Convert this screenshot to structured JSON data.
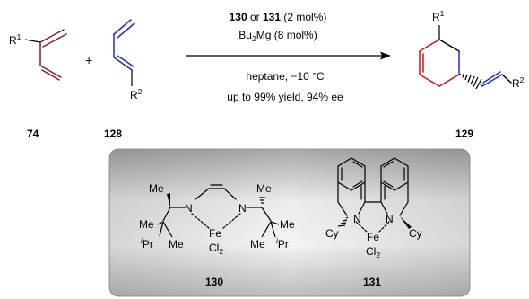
{
  "scheme": {
    "reactant1": {
      "label": "74",
      "substituent": "R",
      "substituent_sup": "1"
    },
    "plus": "+",
    "reactant2": {
      "label": "128",
      "substituent": "R",
      "substituent_sup": "2"
    },
    "product": {
      "label": "129",
      "r1": "R",
      "r1_sup": "1",
      "r2": "R",
      "r2_sup": "2"
    },
    "conditions": {
      "catalyst_a": "130",
      "catalyst_or": " or ",
      "catalyst_b": "131",
      "catalyst_loading": " (2 mol%)",
      "additive_bu": "Bu",
      "additive_sub": "2",
      "additive_rest": "Mg (8 mol%)",
      "solvent_temp": "heptane, −10 °C",
      "result": "up to 99% yield, 94% ee"
    }
  },
  "catalysts": {
    "c130": {
      "label": "130",
      "me_left_top": "Me",
      "me_left_mid": "Me",
      "me_left_low": "Me",
      "ipr_left": "Pr",
      "ipr_left_sup": "i",
      "n_left": "N",
      "n_right": "N",
      "fe": "Fe",
      "cl": "Cl",
      "cl_sub": "2",
      "me_right_top": "Me",
      "me_right_mid": "Me",
      "me_right_low": "Me",
      "ipr_right": "Pr",
      "ipr_right_sup": "i"
    },
    "c131": {
      "label": "131",
      "n_left": "N",
      "n_right": "N",
      "fe": "Fe",
      "cl": "Cl",
      "cl_sub": "2",
      "cy_left": "Cy",
      "cy_right": "Cy"
    }
  },
  "colors": {
    "red": "#c8101e",
    "blue": "#1c2bd6",
    "maroon": "#8b1a2b",
    "bond": "#000000"
  }
}
